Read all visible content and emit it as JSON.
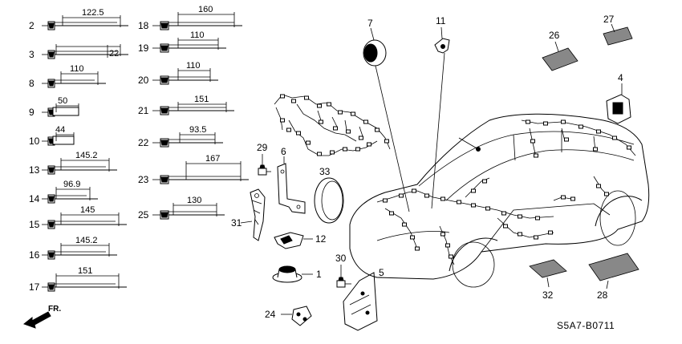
{
  "diagram": {
    "code": "S5A7-B0711",
    "direction_label": "FR.",
    "clips_left": [
      {
        "no": "2",
        "dim": "122.5"
      },
      {
        "no": "3",
        "dim": "22"
      },
      {
        "no": "8",
        "dim": "110"
      },
      {
        "no": "9",
        "dim": "50"
      },
      {
        "no": "10",
        "dim": "44"
      },
      {
        "no": "13",
        "dim": "145.2"
      },
      {
        "no": "14",
        "dim": "96.9"
      },
      {
        "no": "15",
        "dim": "145"
      },
      {
        "no": "16",
        "dim": "145.2"
      },
      {
        "no": "17",
        "dim": "151"
      }
    ],
    "clips_middle": [
      {
        "no": "18",
        "dim": "160"
      },
      {
        "no": "19",
        "dim": "110"
      },
      {
        "no": "20",
        "dim": "110"
      },
      {
        "no": "21",
        "dim": "151"
      },
      {
        "no": "22",
        "dim": "93.5"
      },
      {
        "no": "23",
        "dim": "167"
      },
      {
        "no": "25",
        "dim": "130"
      }
    ],
    "callouts": {
      "c1": "1",
      "c4": "4",
      "c5": "5",
      "c6": "6",
      "c7": "7",
      "c11": "11",
      "c12": "12",
      "c24": "24",
      "c26": "26",
      "c27": "27",
      "c28": "28",
      "c29": "29",
      "c30": "30",
      "c31": "31",
      "c32": "32",
      "c33": "33"
    }
  }
}
